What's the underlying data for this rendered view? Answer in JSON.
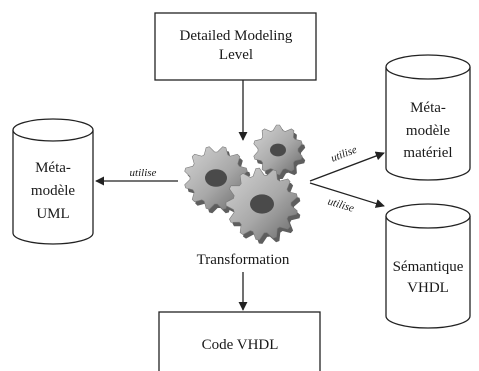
{
  "nodes": {
    "detailed_modeling_level": {
      "lines": [
        "Detailed Modeling",
        "Level"
      ]
    },
    "meta_modele_uml": {
      "lines": [
        "Méta-",
        "modèle",
        "UML"
      ]
    },
    "meta_modele_materiel": {
      "lines": [
        "Méta-",
        "modèle",
        "matériel"
      ]
    },
    "semantique_vhdl": {
      "lines": [
        "Sémantique",
        "VHDL"
      ]
    },
    "transformation": {
      "label": "Transformation"
    },
    "code_vhdl": {
      "label": "Code VHDL"
    }
  },
  "edges": {
    "to_uml": {
      "label": "utilise"
    },
    "to_materiel": {
      "label": "utilise"
    },
    "to_vhdl": {
      "label": "utilise"
    }
  },
  "icons": {
    "transformation": "gears-icon"
  },
  "colors": {
    "stroke": "#222222",
    "gear_light": "#b8b8b8",
    "gear_dark": "#6e6e6e"
  }
}
